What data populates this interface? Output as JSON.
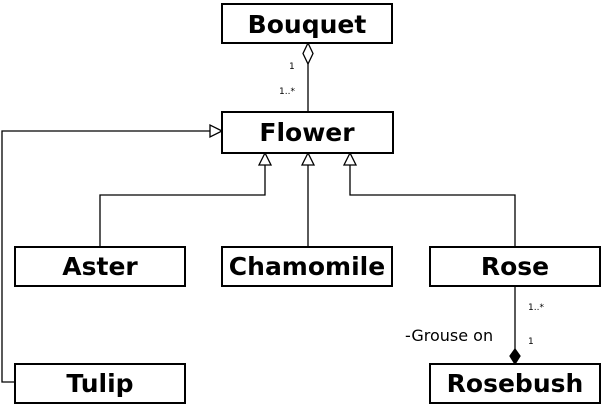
{
  "classes": {
    "bouquet": "Bouquet",
    "flower": "Flower",
    "aster": "Aster",
    "chamomile": "Chamomile",
    "rose": "Rose",
    "tulip": "Tulip",
    "rosebush": "Rosebush"
  },
  "associations": {
    "bouquet_flower": {
      "multiplicity_bouquet": "1",
      "multiplicity_flower": "1..*"
    },
    "rose_rosebush": {
      "multiplicity_rose": "1..*",
      "multiplicity_rosebush": "1",
      "role_label": "-Grouse on"
    }
  }
}
